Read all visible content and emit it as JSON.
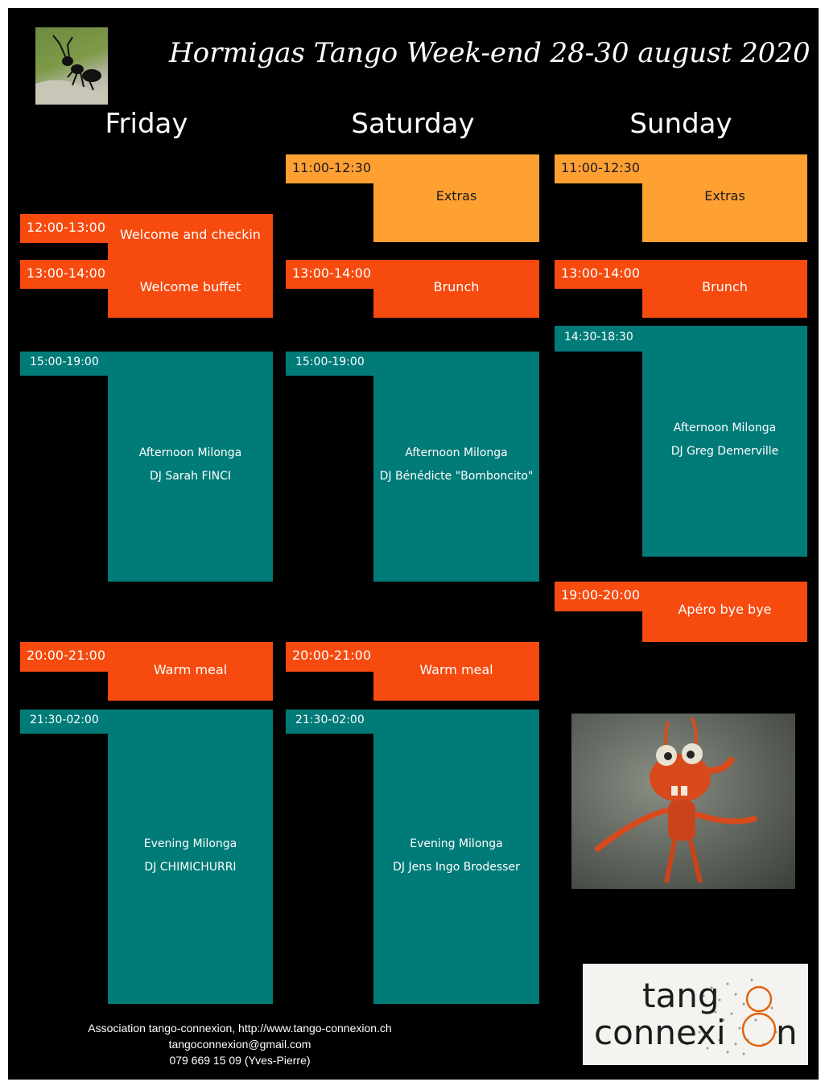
{
  "title": "Hormigas Tango Week-end 28-30 august 2020",
  "days": {
    "friday": "Friday",
    "saturday": "Saturday",
    "sunday": "Sunday"
  },
  "friday": {
    "welcome_time": "12:00-13:00",
    "welcome_label": "Welcome and checkin",
    "buffet_time": "13:00-14:00",
    "buffet_label": "Welcome buffet",
    "afternoon_time": "15:00-19:00",
    "afternoon_title": "Afternoon Milonga",
    "afternoon_dj": "DJ Sarah FINCI",
    "meal_time": "20:00-21:00",
    "meal_label": "Warm meal",
    "evening_time": "21:30-02:00",
    "evening_title": "Evening Milonga",
    "evening_dj": "DJ CHIMICHURRI"
  },
  "saturday": {
    "extras_time": "11:00-12:30",
    "extras_label": "Extras",
    "brunch_time": "13:00-14:00",
    "brunch_label": "Brunch",
    "afternoon_time": "15:00-19:00",
    "afternoon_title": "Afternoon Milonga",
    "afternoon_dj": "DJ Bénédicte \"Bomboncito\"",
    "meal_time": "20:00-21:00",
    "meal_label": "Warm meal",
    "evening_time": "21:30-02:00",
    "evening_title": "Evening Milonga",
    "evening_dj": "DJ Jens Ingo Brodesser"
  },
  "sunday": {
    "extras_time": "11:00-12:30",
    "extras_label": "Extras",
    "brunch_time": "13:00-14:00",
    "brunch_label": "Brunch",
    "afternoon_time": "14:30-18:30",
    "afternoon_title": "Afternoon Milonga",
    "afternoon_dj": "DJ Greg Demerville",
    "apero_time": "19:00-20:00",
    "apero_label": "Apéro bye bye"
  },
  "footer": {
    "association": "Association tango-connexion, http://www.tango-connexion.ch",
    "email": "tangoconnexion@gmail.com",
    "phone": "079 669 15 09 (Yves-Pierre)"
  },
  "logo": {
    "line1": "tang",
    "line2": "connexi",
    "line2_end": "n",
    "digit": "8"
  },
  "colors": {
    "background": "#000000",
    "extras": "#ffa033",
    "meal": "#f64a0e",
    "milonga": "#007b78"
  }
}
